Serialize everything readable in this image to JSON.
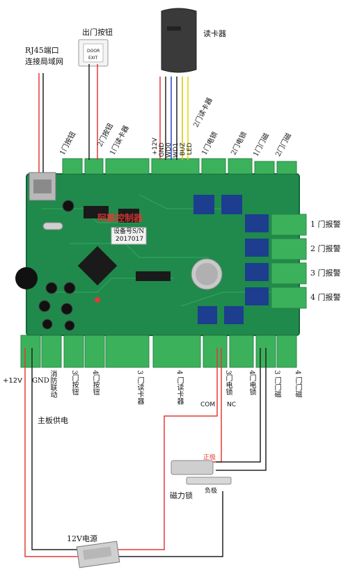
{
  "top": {
    "rj45_label_line1": "RJ45端口",
    "rj45_label_line2": "连接局域网",
    "exit_button_label": "出门按钮",
    "exit_button_plate_text1": "DOOR",
    "exit_button_plate_text2": "EXIT",
    "card_reader_label": "读卡器",
    "reader_wire_labels": [
      "+12V",
      "GND",
      "WD0",
      "WD1",
      "BUZ",
      "LED"
    ],
    "reader2_label": "2门读卡器"
  },
  "top_connectors": [
    "1门按钮",
    "2门按钮",
    "1门读卡器",
    "1门电锁",
    "2门电锁",
    "1门门磁",
    "2门门磁"
  ],
  "alarms": [
    "1 门报警",
    "2 门报警",
    "3 门报警",
    "4 门报警"
  ],
  "board": {
    "sticker_line1": "设备号S/N",
    "sticker_line2": "2017017",
    "brand_watermark": "阿霸控制器"
  },
  "bottom_connectors": [
    "+12V",
    "GND",
    "消防联动",
    "3门按钮",
    "4门按钮",
    "3 门读卡器",
    "4 门读卡器",
    "3门电锁",
    "4门电锁",
    "3 门门磁",
    "4 门门磁"
  ],
  "bottom": {
    "com_label": "COM",
    "nc_label": "NC",
    "main_power_label": "主板供电",
    "positive_label": "正极",
    "negative_label": "负极",
    "maglock_label": "磁力锁",
    "psu_label": "12V电源"
  },
  "colors": {
    "board_green": "#1f8a4c",
    "terminal_green": "#3cb15c",
    "wire_red": "#e53935",
    "wire_black": "#222222"
  }
}
